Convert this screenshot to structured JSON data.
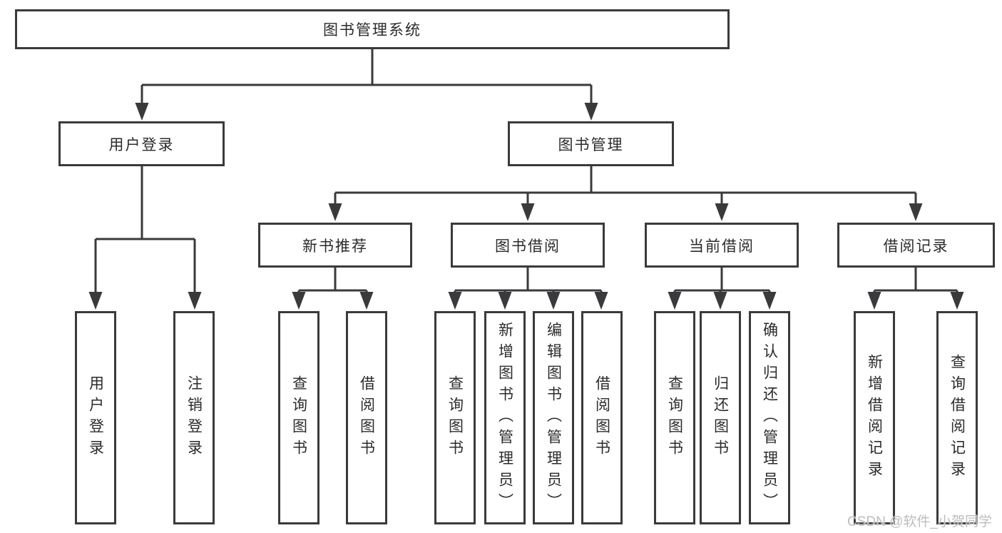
{
  "tree": {
    "root": {
      "label": "图书管理系统",
      "children": [
        {
          "label": "用户登录",
          "children": [
            {
              "label": "用户登录"
            },
            {
              "label": "注销登录"
            }
          ]
        },
        {
          "label": "图书管理",
          "children": [
            {
              "label": "新书推荐",
              "children": [
                {
                  "label": "查询图书"
                },
                {
                  "label": "借阅图书"
                }
              ]
            },
            {
              "label": "图书借阅",
              "children": [
                {
                  "label": "查询图书"
                },
                {
                  "label": "新增图书（管理员）"
                },
                {
                  "label": "编辑图书（管理员）"
                },
                {
                  "label": "借阅图书"
                }
              ]
            },
            {
              "label": "当前借阅",
              "children": [
                {
                  "label": "查询图书"
                },
                {
                  "label": "归还图书"
                },
                {
                  "label": "确认归还（管理员）"
                }
              ]
            },
            {
              "label": "借阅记录",
              "children": [
                {
                  "label": "新增借阅记录"
                },
                {
                  "label": "查询借阅记录"
                }
              ]
            }
          ]
        }
      ]
    }
  },
  "watermark": {
    "text": "CSDN @软件_小贺同学",
    "color": "#bdbdbd"
  },
  "colors": {
    "line": "#3a3a3c",
    "box_border": "#3a3a3c",
    "text": "#2b2b2d",
    "background": "#ffffff"
  }
}
